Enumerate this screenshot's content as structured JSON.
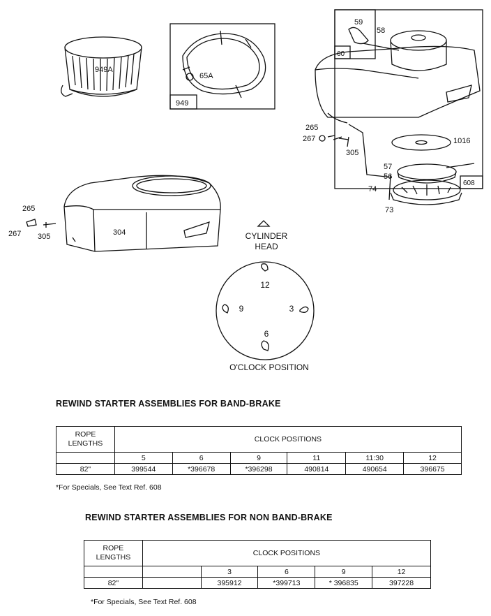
{
  "diagram": {
    "callouts": {
      "c949a": "949A",
      "c65a": "65A",
      "c949": "949",
      "c59": "59",
      "c58": "58",
      "c60": "60",
      "c265a": "265",
      "c267a": "267",
      "c305a": "305",
      "c1016": "1016",
      "c57": "57",
      "c56": "56",
      "c74": "74",
      "c608": "608",
      "c73": "73",
      "c265b": "265",
      "c267b": "267",
      "c305b": "305",
      "c304": "304"
    },
    "cylinder_head_line1": "CYLINDER",
    "cylinder_head_line2": "HEAD",
    "clock": {
      "pos12": "12",
      "pos9": "9",
      "pos3": "3",
      "pos6": "6"
    },
    "clock_caption": "O'CLOCK POSITION"
  },
  "band_brake": {
    "title": "REWIND STARTER ASSEMBLIES FOR BAND-BRAKE",
    "rope_header_line1": "ROPE",
    "rope_header_line2": "LENGTHS",
    "clock_header": "CLOCK POSITIONS",
    "positions": [
      "5",
      "6",
      "9",
      "11",
      "11:30",
      "12"
    ],
    "row": {
      "length": "82\"",
      "parts": [
        "399544",
        "*396678",
        "*396298",
        "490814",
        "490654",
        "396675"
      ]
    },
    "note": "*For Specials, See Text Ref. 608"
  },
  "non_band_brake": {
    "title": "REWIND STARTER ASSEMBLIES FOR NON BAND-BRAKE",
    "rope_header_line1": "ROPE",
    "rope_header_line2": "LENGTHS",
    "clock_header": "CLOCK POSITIONS",
    "positions": [
      "",
      "3",
      "6",
      "9",
      "12"
    ],
    "row": {
      "length": "82\"",
      "parts": [
        "",
        "395912",
        "*399713",
        "* 396835",
        "397228"
      ]
    },
    "note": "*For Specials, See Text Ref. 608"
  }
}
